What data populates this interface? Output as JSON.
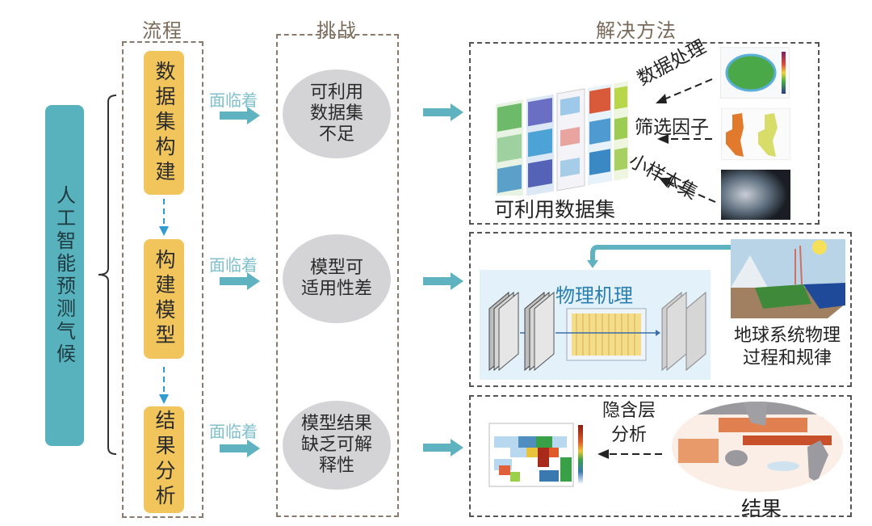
{
  "columns": {
    "process": "流程",
    "challenge": "挑战",
    "solution": "解决方法"
  },
  "root": {
    "label": "人工智能预测气候",
    "color": "#57b2bd"
  },
  "process_steps": [
    {
      "label": "数据集构建"
    },
    {
      "label": "构建模型"
    },
    {
      "label": "结果分析"
    }
  ],
  "connector_label": "面临着",
  "challenges": [
    {
      "label": "可利用数据集不足",
      "lines": [
        "可利用",
        "数据集",
        "不足"
      ]
    },
    {
      "label": "模型可适用性差",
      "lines": [
        "模型可",
        "适用性差"
      ]
    },
    {
      "label": "模型结果缺乏可解释性",
      "lines": [
        "模型结果",
        "缺乏可解",
        "释性"
      ]
    }
  ],
  "solutions": {
    "dataset": {
      "caption": "可利用数据集",
      "steps": [
        "数据处理",
        "筛选因子",
        "小样本集"
      ]
    },
    "model": {
      "inner_label": "物理机理",
      "caption_lines": [
        "地球系统物理",
        "过程和规律"
      ]
    },
    "result": {
      "analysis_lines": [
        "隐含层",
        "分析"
      ],
      "caption": "结果"
    }
  },
  "colors": {
    "step_fill": "#f2c55c",
    "arrow": "#5fb3c0",
    "ellipse": "#d4d4d6",
    "box_border_brown": "#8a7a6e",
    "box_border_dark": "#555555",
    "model_panel": "#e3f1fa"
  }
}
